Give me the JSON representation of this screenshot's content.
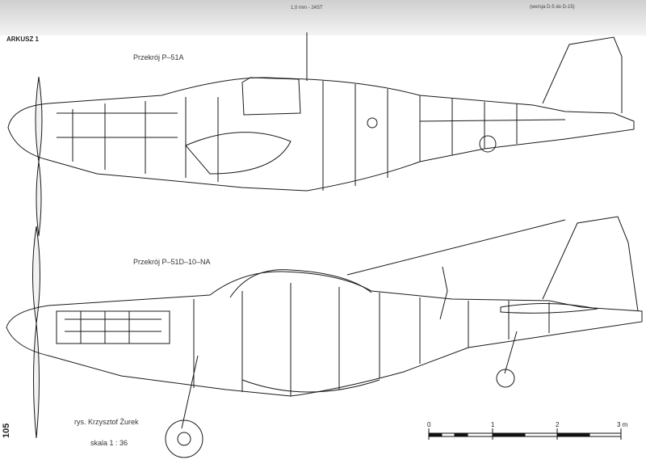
{
  "header": {
    "left_note": "1,0 mm - 24ST",
    "right_note": "(wersja D-5 do D-15)"
  },
  "sheet_label": "ARKUSZ 1",
  "section_top": "Przekrój P–51A",
  "section_bottom": "Przekrój P–51D–10–NA",
  "author": "rys. Krzysztof Żurek",
  "scale_text": "skala 1 : 36",
  "page_number": "105",
  "scale_bar": {
    "ticks": [
      "0",
      "1",
      "2",
      "3 m"
    ]
  }
}
